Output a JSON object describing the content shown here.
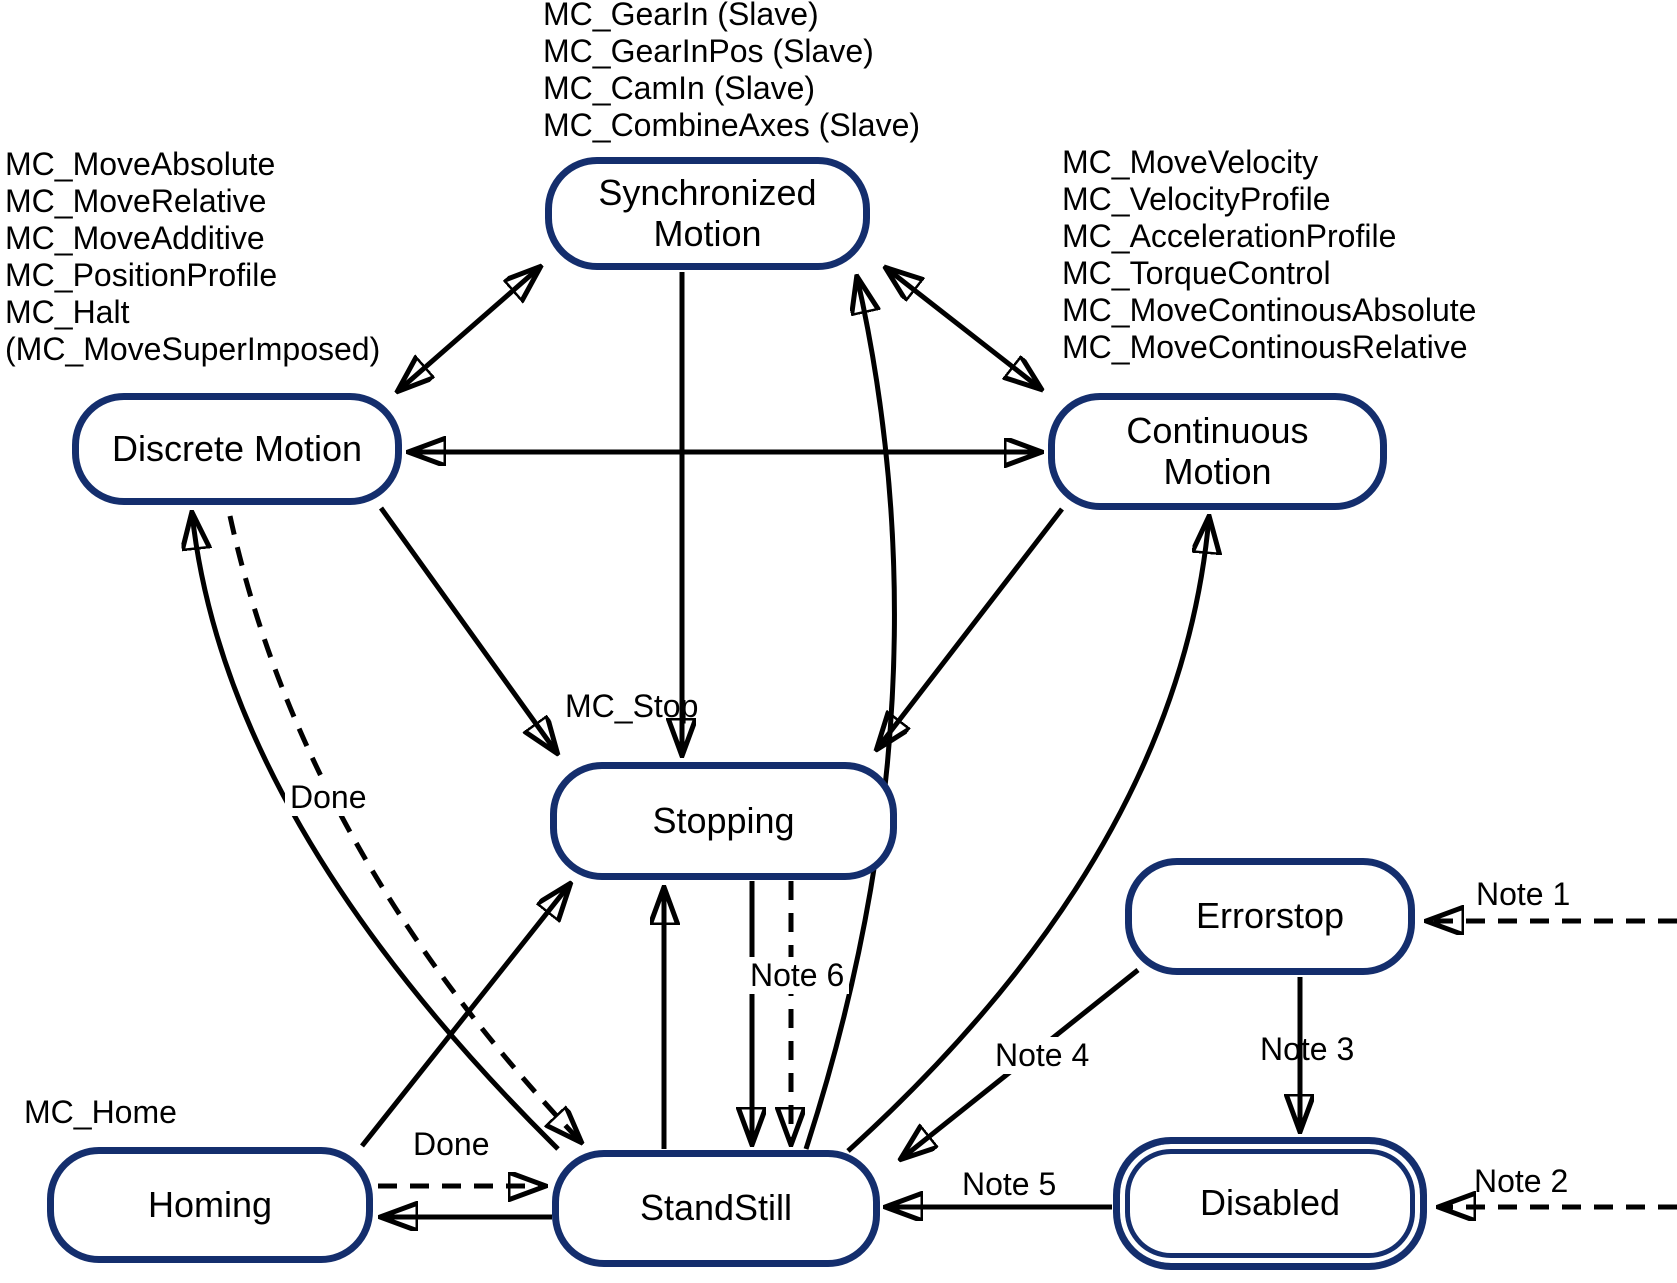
{
  "diagram": {
    "type": "state-diagram",
    "subject": "Motion control axis state diagram"
  },
  "colors": {
    "state_border": "#142e6d",
    "state_fill": "#ffffff",
    "arrow": "#000000",
    "text": "#000000",
    "background": "#ffffff"
  },
  "states": {
    "synchronized": "Synchronized\nMotion",
    "discrete": "Discrete Motion",
    "continuous": "Continuous\nMotion",
    "stopping": "Stopping",
    "errorstop": "Errorstop",
    "homing": "Homing",
    "standstill": "StandStill",
    "disabled": "Disabled"
  },
  "annotations": {
    "synchronized_functions": [
      "MC_GearIn (Slave)",
      "MC_GearInPos (Slave)",
      "MC_CamIn (Slave)",
      "MC_CombineAxes (Slave)"
    ],
    "discrete_functions": [
      "MC_MoveAbsolute",
      "MC_MoveRelative",
      "MC_MoveAdditive",
      "MC_PositionProfile",
      "MC_Halt",
      "(MC_MoveSuperImposed)"
    ],
    "continuous_functions": [
      "MC_MoveVelocity",
      "MC_VelocityProfile",
      "MC_AccelerationProfile",
      "MC_TorqueControl",
      "MC_MoveContinousAbsolute",
      "MC_MoveContinousRelative"
    ],
    "mc_stop": "MC_Stop",
    "mc_home": "MC_Home",
    "done_discrete_to_standstill": "Done",
    "done_homing_to_standstill": "Done",
    "note1": "Note 1",
    "note2": "Note 2",
    "note3": "Note 3",
    "note4": "Note 4",
    "note5": "Note 5",
    "note6": "Note 6"
  },
  "edges": [
    {
      "from": "discrete",
      "to": "synchronized",
      "style": "solid",
      "bidirectional": true
    },
    {
      "from": "continuous",
      "to": "synchronized",
      "style": "solid",
      "bidirectional": true
    },
    {
      "from": "discrete",
      "to": "continuous",
      "style": "solid",
      "bidirectional": true
    },
    {
      "from": "synchronized",
      "to": "stopping",
      "style": "solid"
    },
    {
      "from": "discrete",
      "to": "stopping",
      "style": "solid",
      "label": "MC_Stop"
    },
    {
      "from": "continuous",
      "to": "stopping",
      "style": "solid"
    },
    {
      "from": "standstill",
      "to": "discrete",
      "style": "solid"
    },
    {
      "from": "discrete",
      "to": "standstill",
      "style": "dashed",
      "label": "Done"
    },
    {
      "from": "standstill",
      "to": "stopping",
      "style": "solid"
    },
    {
      "from": "stopping",
      "to": "standstill",
      "style": "solid",
      "label": "Note 6"
    },
    {
      "from": "stopping",
      "to": "standstill",
      "style": "dashed",
      "label": "Note 6"
    },
    {
      "from": "homing",
      "to": "stopping",
      "style": "solid"
    },
    {
      "from": "homing",
      "to": "standstill",
      "style": "dashed",
      "label": "Done"
    },
    {
      "from": "standstill",
      "to": "homing",
      "style": "solid"
    },
    {
      "from": "standstill",
      "to": "synchronized",
      "style": "solid"
    },
    {
      "from": "standstill",
      "to": "continuous",
      "style": "solid"
    },
    {
      "from": "errorstop",
      "to": "standstill",
      "style": "solid",
      "label": "Note 4"
    },
    {
      "from": "errorstop",
      "to": "disabled",
      "style": "solid",
      "label": "Note 3"
    },
    {
      "from": "disabled",
      "to": "standstill",
      "style": "solid",
      "label": "Note 5"
    },
    {
      "from": "external",
      "to": "errorstop",
      "style": "dashed",
      "label": "Note 1"
    },
    {
      "from": "external",
      "to": "disabled",
      "style": "dashed",
      "label": "Note 2"
    }
  ]
}
